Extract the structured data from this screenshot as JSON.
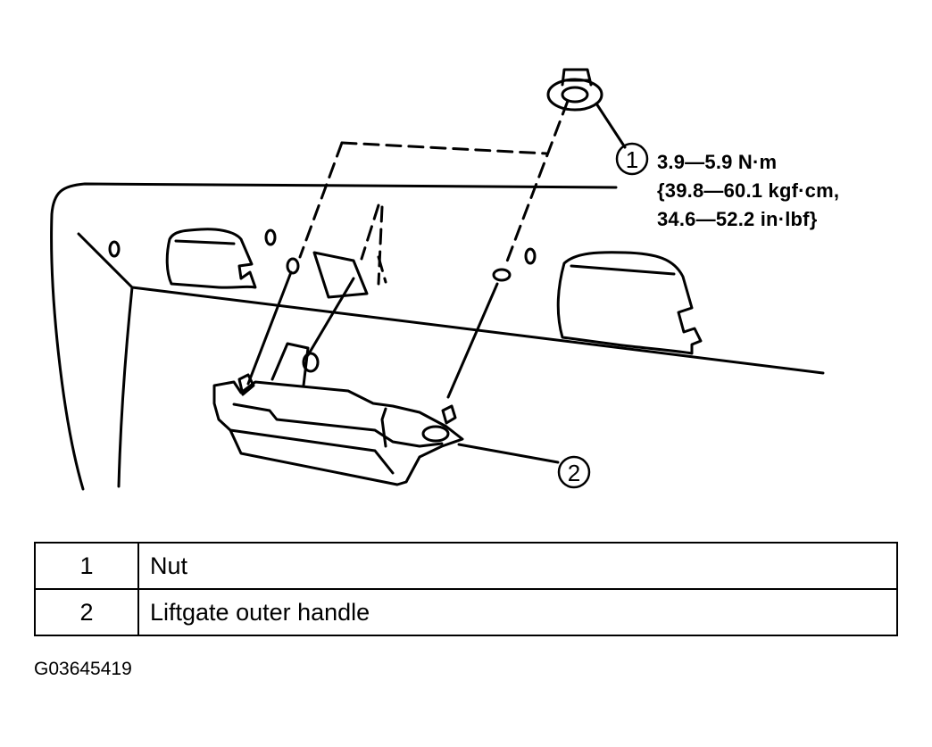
{
  "callouts": [
    {
      "number": "1",
      "spec_lines": [
        "3.9—5.9 N·m",
        "{39.8—60.1 kgf·cm,",
        "34.6—52.2 in·lbf}"
      ]
    },
    {
      "number": "2"
    }
  ],
  "legend": {
    "rows": [
      {
        "number": "1",
        "description": "Nut"
      },
      {
        "number": "2",
        "description": "Liftgate outer handle"
      }
    ]
  },
  "figure_id": "G03645419"
}
